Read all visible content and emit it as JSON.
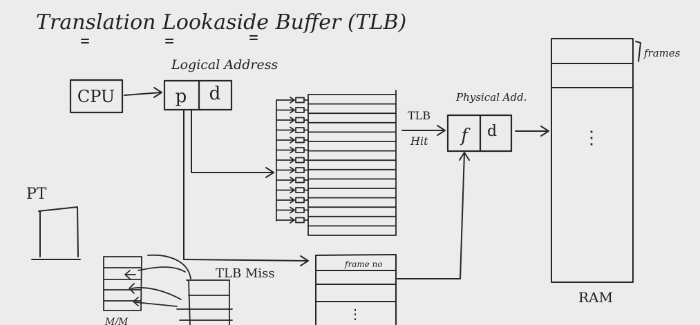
{
  "title": "Translation Lookaside Buffer (TLB)",
  "cpu_label": "CPU",
  "logical_address": {
    "label": "Logical Address",
    "page": "p",
    "offset": "d"
  },
  "tlb_hit": {
    "line1": "TLB",
    "line2": "Hit"
  },
  "physical_address": {
    "label": "Physical Add.",
    "frame": "f",
    "offset": "d"
  },
  "ram": {
    "label": "RAM",
    "frames_label": "frames",
    "dots": "⋮"
  },
  "page_table": {
    "label": "PT"
  },
  "tlb_miss_label": "TLB Miss",
  "frame_no_label": "frame no",
  "frame_dots": "⋮",
  "mm_label": "M/M",
  "colors": {
    "ink": "#262626",
    "board": "#ececec"
  }
}
